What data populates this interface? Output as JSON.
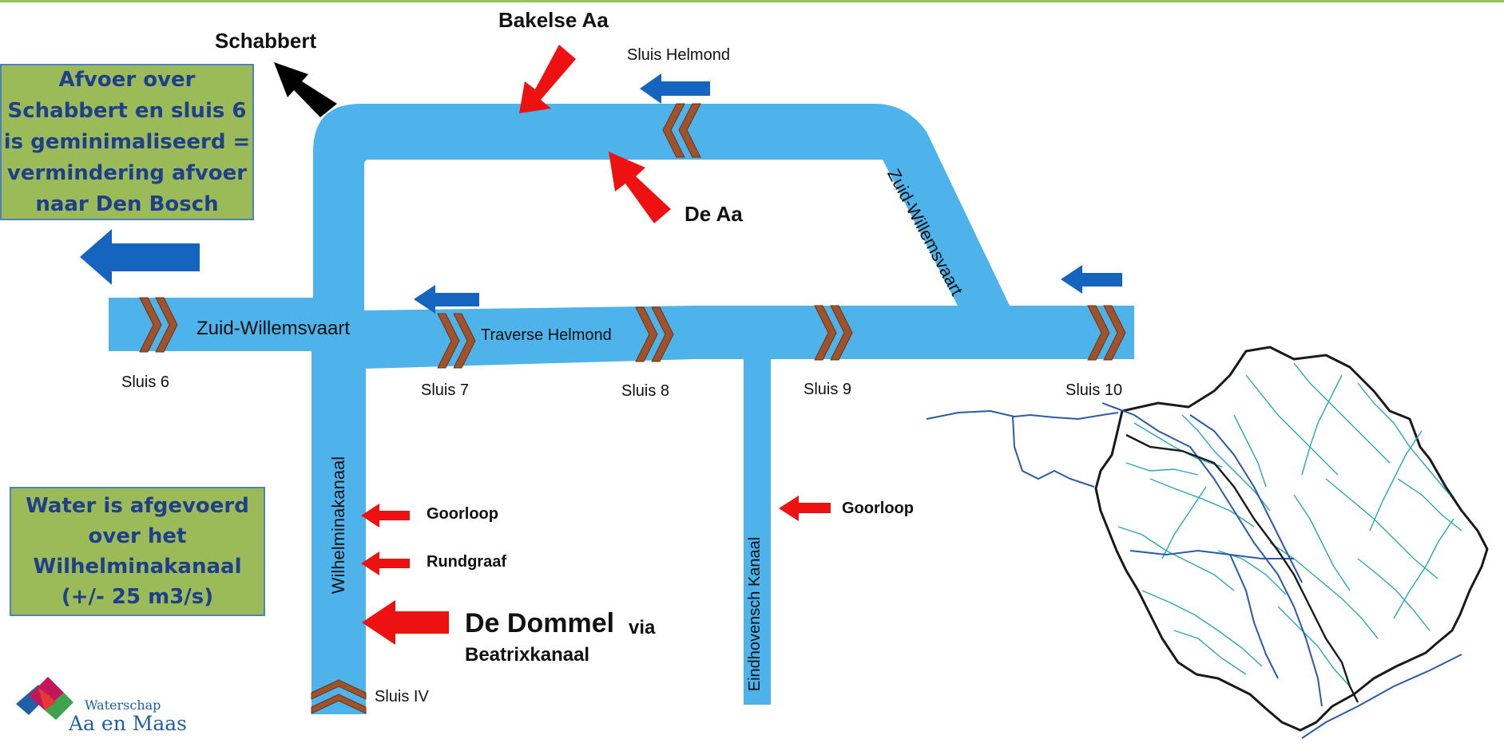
{
  "labels": {
    "schabbert": "Schabbert",
    "bakelse_aa": "Bakelse Aa",
    "sluis_helmond": "Sluis Helmond",
    "de_aa": "De Aa",
    "zuid_willemsvaart_h": "Zuid-Willemsvaart",
    "zuid_willemsvaart_diag": "Zuid-Willemsvaart",
    "traverse_helmond": "Traverse  Helmond",
    "sluis_6": "Sluis 6",
    "sluis_7": "Sluis 7",
    "sluis_8": "Sluis 8",
    "sluis_9": "Sluis 9",
    "sluis_10": "Sluis 10",
    "wilhelminakanaal": "Wilhelminakanaal",
    "eindhovensch_kanaal": "Eindhovensch Kanaal",
    "goorloop_left": "Goorloop",
    "rundgraaf": "Rundgraaf",
    "goorloop_right": "Goorloop",
    "de_dommel": "De Dommel",
    "via": "via",
    "beatrixkanaal": "Beatrixkanaal",
    "sluis_iv": "Sluis IV"
  },
  "info_boxes": {
    "afvoer": [
      "Afvoer over",
      "Schabbert en sluis 6",
      "is geminimaliseerd =",
      "vermindering afvoer",
      "naar Den Bosch"
    ],
    "water": [
      "Water is afgevoerd",
      "over het",
      "Wilhelminakanaal",
      "(+/- 25 m3/s)"
    ]
  },
  "logo": {
    "line1": "Waterschap",
    "line2": "Aa en Maas"
  },
  "colors": {
    "canal": "#4db3ea",
    "inflow_arrow": "#ee1111",
    "outflow_arrow": "#1565c0",
    "schabbert_arrow": "#000000",
    "sluice": "#a0522d",
    "box_fill": "#9bbb59",
    "box_border": "#4f81bd",
    "box_text": "#1f3f8a",
    "map_river": "#2aa7b8",
    "map_border": "#1a1a1a",
    "map_main": "#2a5aa8"
  }
}
